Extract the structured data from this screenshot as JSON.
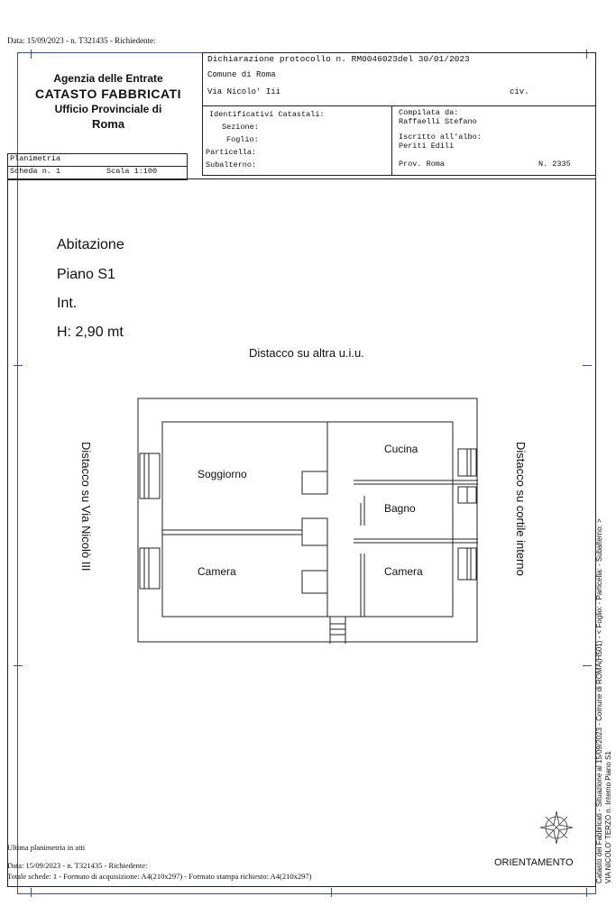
{
  "top_line": "Data: 15/09/2023 - n. T321435 - Richiedente:",
  "agency": {
    "line1": "Agenzia delle Entrate",
    "line2": "CATASTO FABBRICATI",
    "line3": "Ufficio Provinciale di",
    "line4": "Roma"
  },
  "header": {
    "protocol": "Dichiarazione protocollo n. RM0046023del  30/01/2023",
    "comune": "Comune di Roma",
    "via": "Via Nicolo' Iii",
    "civ": "civ."
  },
  "identifiers": {
    "title": "Identificativi Catastali:",
    "sezione": "Sezione:",
    "foglio": "Foglio:",
    "particella": "Particella:",
    "subalterno": "Subalterno:"
  },
  "compiler": {
    "compilata": "Compilata da:",
    "name": "Raffaelli Stefano",
    "iscritto": "Iscritto all'albo:",
    "albo": "Periti Edili",
    "prov": "Prov. Roma",
    "num": "N. 2335"
  },
  "plan_box": {
    "planimetria": "Planimetria",
    "scheda": "Scheda n. 1",
    "scala": "Scala 1:100"
  },
  "unit": {
    "type": "Abitazione",
    "piano": "Piano S1",
    "int": "Int.",
    "height": "H: 2,90 mt"
  },
  "labels": {
    "top": "Distacco su altra u.i.u.",
    "left": "Distacco su Via Nicolò III",
    "right": "Distacco su cortile interno",
    "orientamento": "ORIENTAMENTO"
  },
  "rooms": {
    "soggiorno": "Soggiorno",
    "cucina": "Cucina",
    "bagno": "Bagno",
    "camera_left": "Camera",
    "camera_right": "Camera"
  },
  "side_note": {
    "line1": "Catasto dei Fabbricati - Situazione al 15/09/2023 - Comune di ROMA(H501) - < Foglio:    - Particella:    - Subalterno:    >",
    "line2": "VIA NICOLO' TERZO n.    Interno    Piano S1"
  },
  "footer": {
    "ultima": "Ultima planimetria in atti",
    "data": "Data: 15/09/2023 - n. T321435 - Richiedente:",
    "totale": "Totale schede: 1 - Formato di acquisizione: A4(210x297)  - Formato stampa richiesto: A4(210x297)"
  }
}
